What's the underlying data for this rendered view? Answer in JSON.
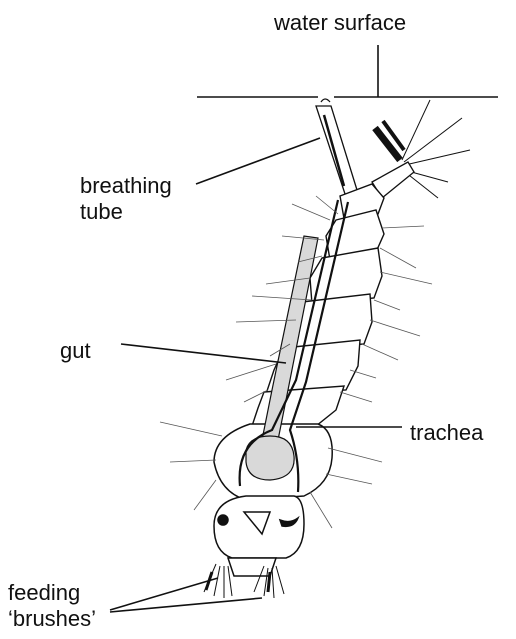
{
  "labels": {
    "water_surface": "water surface",
    "breathing_tube_line1": "breathing",
    "breathing_tube_line2": "tube",
    "gut": "gut",
    "trachea": "trachea",
    "feeding_line1": "feeding",
    "feeding_line2": "‘brushes’"
  },
  "colors": {
    "ink": "#111111",
    "gut_fill": "#d9d9d9"
  }
}
